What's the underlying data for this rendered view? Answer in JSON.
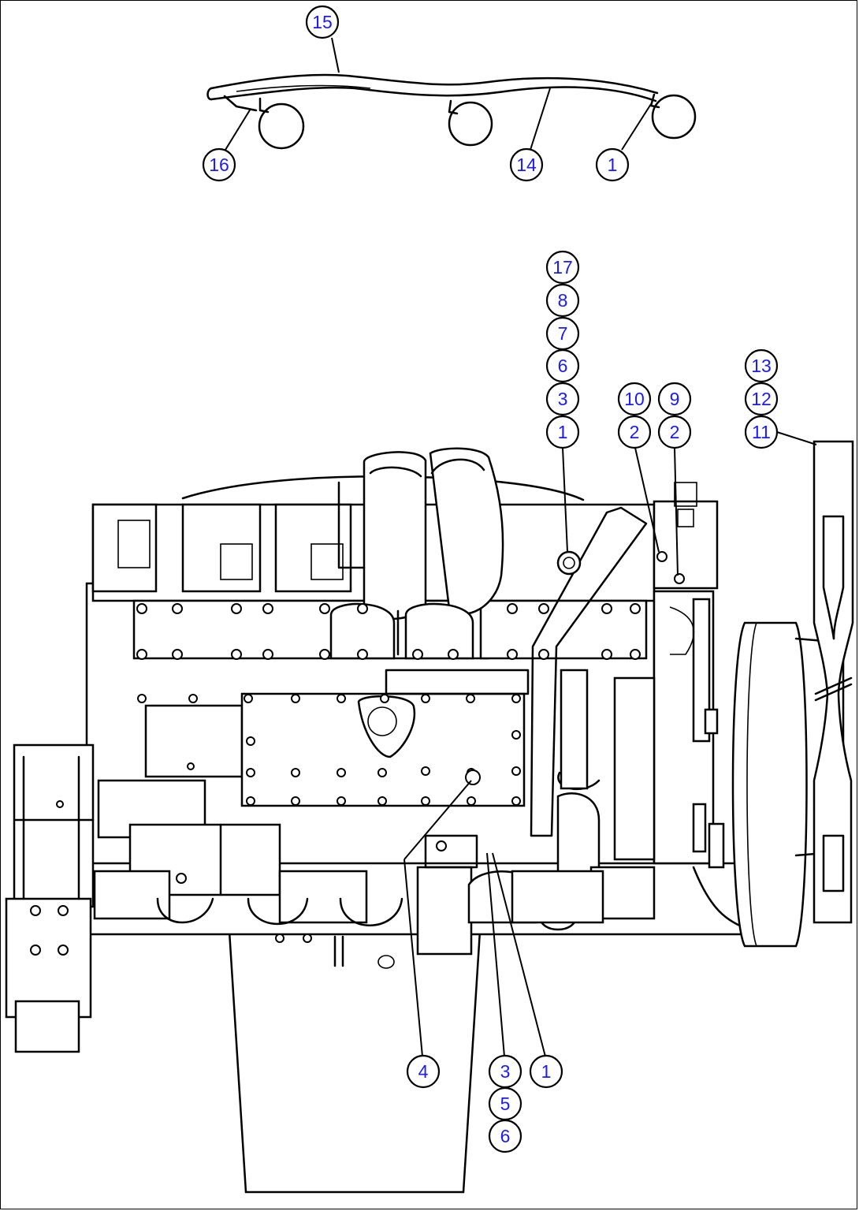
{
  "callouts": [
    {
      "label": "15"
    },
    {
      "label": "16"
    },
    {
      "label": "14"
    },
    {
      "label": "1"
    },
    {
      "label": "17"
    },
    {
      "label": "8"
    },
    {
      "label": "7"
    },
    {
      "label": "6"
    },
    {
      "label": "3"
    },
    {
      "label": "1"
    },
    {
      "label": "10"
    },
    {
      "label": "2"
    },
    {
      "label": "9"
    },
    {
      "label": "2"
    },
    {
      "label": "13"
    },
    {
      "label": "12"
    },
    {
      "label": "11"
    },
    {
      "label": "4"
    },
    {
      "label": "3"
    },
    {
      "label": "5"
    },
    {
      "label": "6"
    },
    {
      "label": "1"
    }
  ]
}
